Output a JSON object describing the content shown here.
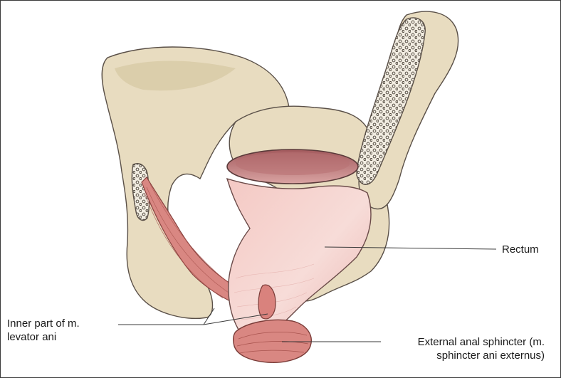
{
  "labels": {
    "rectum": "Rectum",
    "levator_line1": "Inner part of m.",
    "levator_line2": "levator ani",
    "sphincter_line1": "External anal sphincter (m.",
    "sphincter_line2": "sphincter ani externus)"
  },
  "colors": {
    "bone": "#e8dcc0",
    "bone_shade": "#d6c7a3",
    "bone_outline": "#5a5048",
    "rectum": "#f2c4c0",
    "rectum_lumen": "#b86f70",
    "muscle": "#d98782",
    "leader_line": "#3a3a3a"
  }
}
